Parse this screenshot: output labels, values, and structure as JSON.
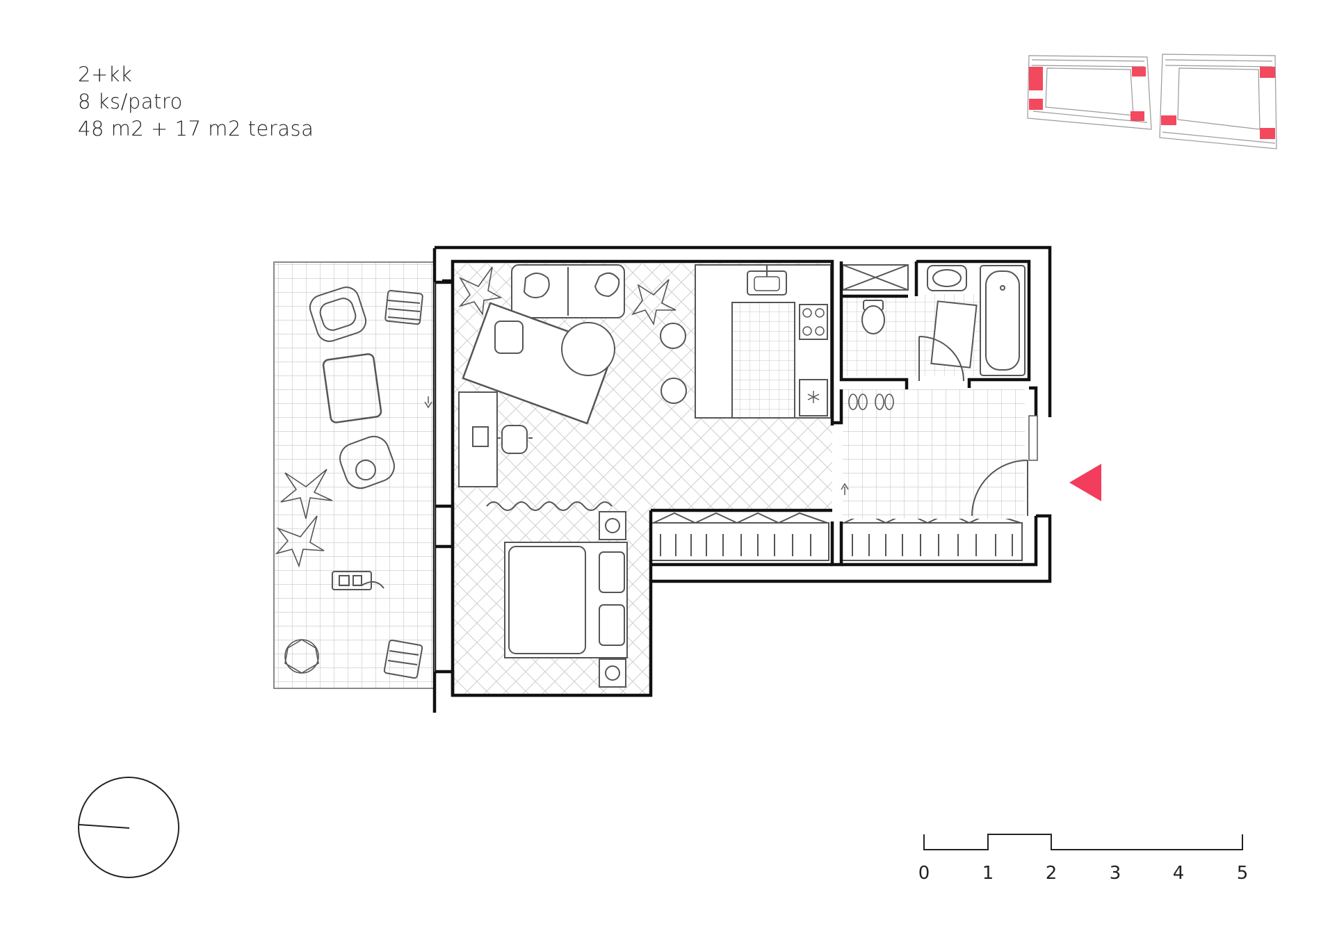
{
  "unit": {
    "type_label": "2+kk",
    "count_label": "8 ks/patro",
    "area_label": "48 m2 + 17 m2 terasa"
  },
  "colors": {
    "accent": "#f23d5d",
    "wall": "#111111",
    "furniture": "#555555",
    "tile_line": "#c8c8c8",
    "floor_fill": "#f4f4f4"
  },
  "scale_bar": {
    "labels": [
      "0",
      "1",
      "2",
      "3",
      "4",
      "5"
    ]
  },
  "icons": {
    "entrance": "entrance-triangle-icon",
    "compass": "north-compass-icon",
    "fridge": "snowflake-icon"
  }
}
